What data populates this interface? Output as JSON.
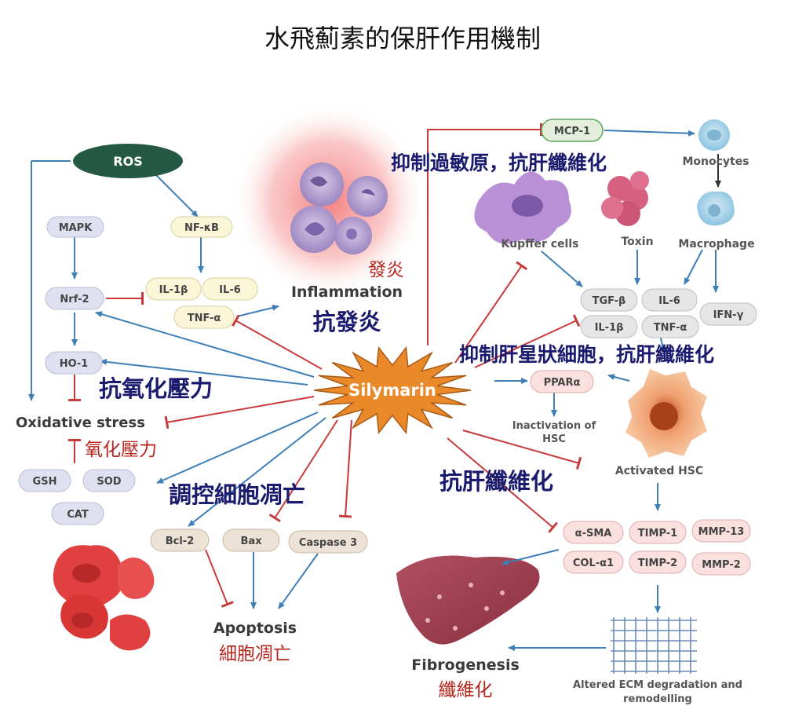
{
  "title": "水飛薊素的保肝作用機制",
  "center": "Silymarin",
  "nodes": {
    "ros": "ROS",
    "mapk": "MAPK",
    "nfkb": "NF-κB",
    "nrf2": "Nrf-2",
    "il1b_left": "IL-1β",
    "il6_left": "IL-6",
    "tnfa_left": "TNF-α",
    "ho1": "HO-1",
    "oxidative_stress": "Oxidative stress",
    "gsh": "GSH",
    "sod": "SOD",
    "cat": "CAT",
    "bcl2": "Bcl-2",
    "bax": "Bax",
    "caspase3": "Caspase 3",
    "apoptosis": "Apoptosis",
    "inflammation": "Inflammation",
    "mcp1": "MCP-1",
    "monocytes": "Monocytes",
    "kupffer": "Kupffer cells",
    "toxin": "Toxin",
    "macrophage": "Macrophage",
    "tgfb": "TGF-β",
    "il6_right": "IL-6",
    "ifng": "IFN-γ",
    "il1b_right": "IL-1β",
    "tnfa_right": "TNF-α",
    "ppara": "PPARα",
    "inactivation_hsc_1": "Inactivation of",
    "inactivation_hsc_2": "HSC",
    "activated_hsc": "Activated HSC",
    "asma": "α-SMA",
    "timp1": "TIMP-1",
    "mmp13": "MMP-13",
    "cola1": "COL-α1",
    "timp2": "TIMP-2",
    "mmp2": "MMP-2",
    "ecm_1": "Altered ECM degradation and",
    "ecm_2": "remodelling",
    "fibrogenesis": "Fibrogenesis"
  },
  "annotations": {
    "anti_allergen": "抑制過敏原，抗肝纖維化",
    "inflammation_cn": "發炎",
    "anti_inflammation": "抗發炎",
    "anti_hsc": "抑制肝星狀細胞，抗肝纖維化",
    "anti_oxidative": "抗氧化壓力",
    "oxidative_cn": "氧化壓力",
    "regulate_apoptosis": "調控細胞凋亡",
    "anti_fibrosis": "抗肝纖維化",
    "apoptosis_cn": "細胞凋亡",
    "fibrogenesis_cn": "纖維化"
  },
  "colors": {
    "activate_arrow": "#3f7fb8",
    "inhibit_arrow": "#c83a3a",
    "center_fill": "#e9892a",
    "ros_fill": "#245a43",
    "blue_box": "#dfe1f0",
    "yellow_box": "#fbf6d8",
    "gray_box": "#e6e6e6",
    "pink_box": "#fbe0e0",
    "tan_box": "#ece2d6",
    "blue_annotation": "#1a1a6e",
    "red_annotation": "#b5261e"
  }
}
